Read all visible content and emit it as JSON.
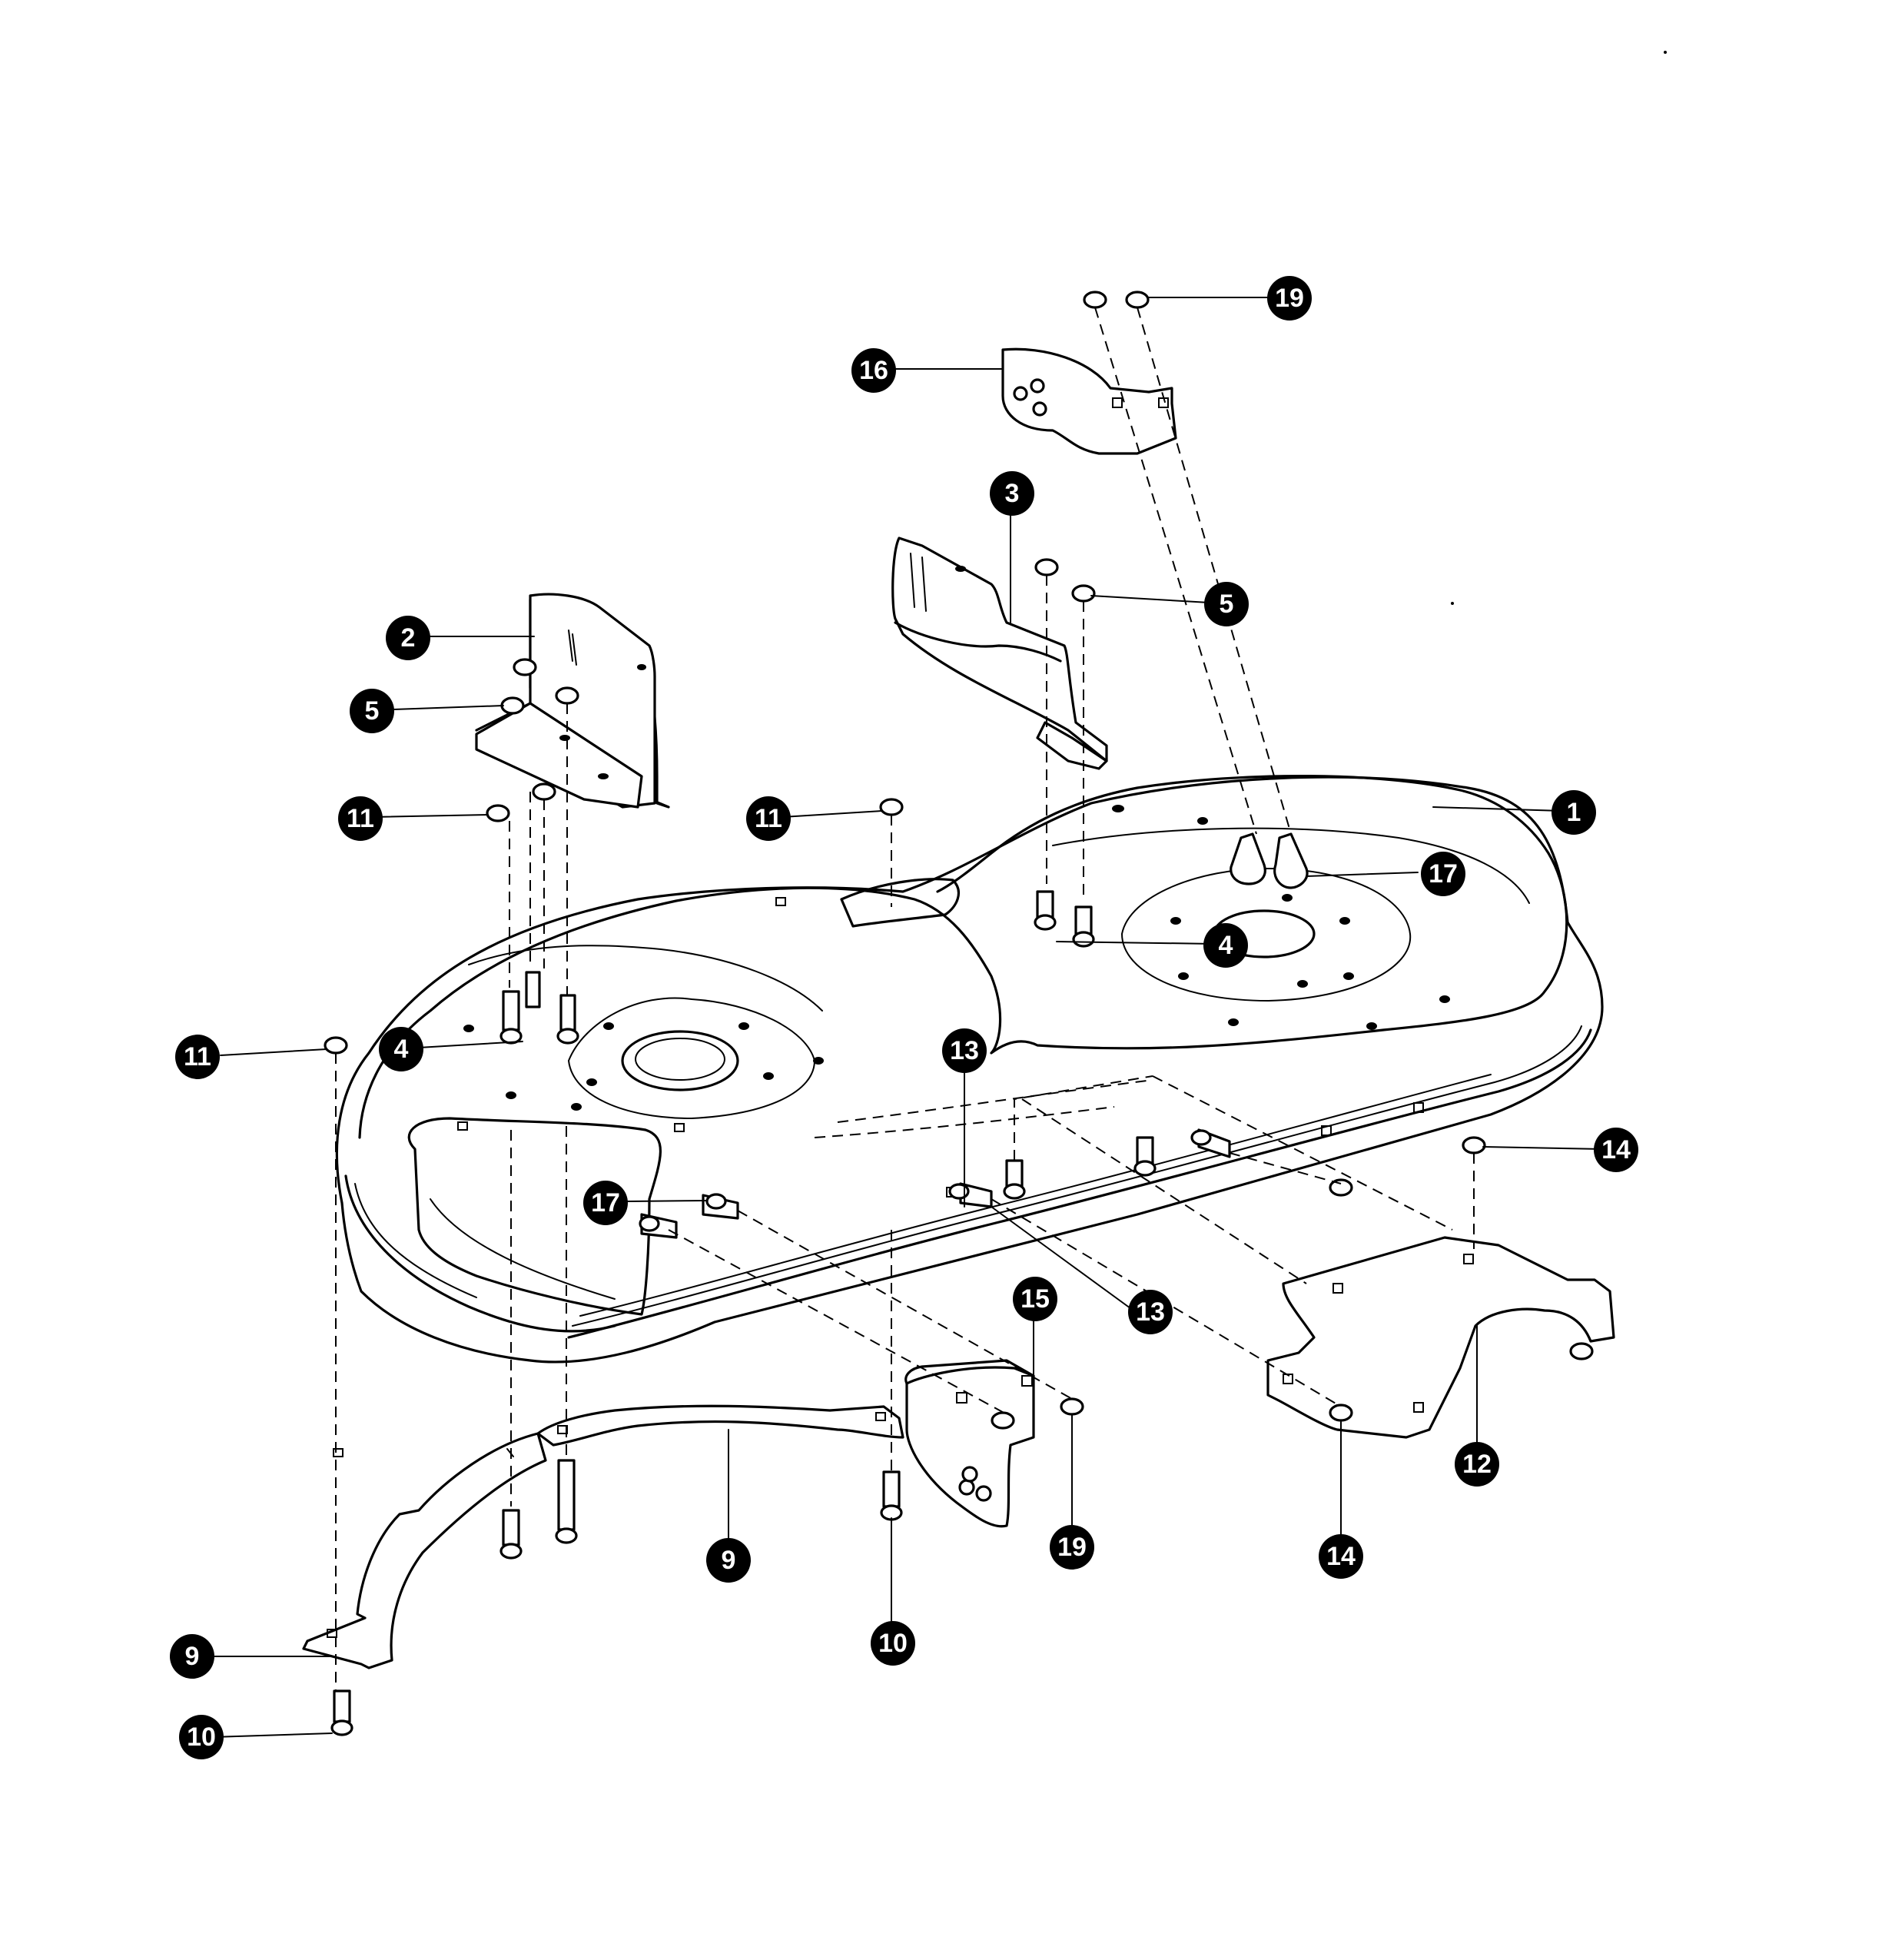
{
  "callouts": [
    {
      "id": "c19a",
      "label": "19"
    },
    {
      "id": "c16",
      "label": "16"
    },
    {
      "id": "c3",
      "label": "3"
    },
    {
      "id": "c5a",
      "label": "5"
    },
    {
      "id": "c2",
      "label": "2"
    },
    {
      "id": "c5b",
      "label": "5"
    },
    {
      "id": "c11a",
      "label": "11"
    },
    {
      "id": "c11b",
      "label": "11"
    },
    {
      "id": "c1",
      "label": "1"
    },
    {
      "id": "c17a",
      "label": "17"
    },
    {
      "id": "c4a",
      "label": "4"
    },
    {
      "id": "c4b",
      "label": "4"
    },
    {
      "id": "c11c",
      "label": "11"
    },
    {
      "id": "c13a",
      "label": "13"
    },
    {
      "id": "c14a",
      "label": "14"
    },
    {
      "id": "c17b",
      "label": "17"
    },
    {
      "id": "c15",
      "label": "15"
    },
    {
      "id": "c13b",
      "label": "13"
    },
    {
      "id": "c12",
      "label": "12"
    },
    {
      "id": "c9a",
      "label": "9"
    },
    {
      "id": "c19b",
      "label": "19"
    },
    {
      "id": "c14b",
      "label": "14"
    },
    {
      "id": "c10a",
      "label": "10"
    },
    {
      "id": "c9b",
      "label": "9"
    },
    {
      "id": "c10b",
      "label": "10"
    }
  ]
}
